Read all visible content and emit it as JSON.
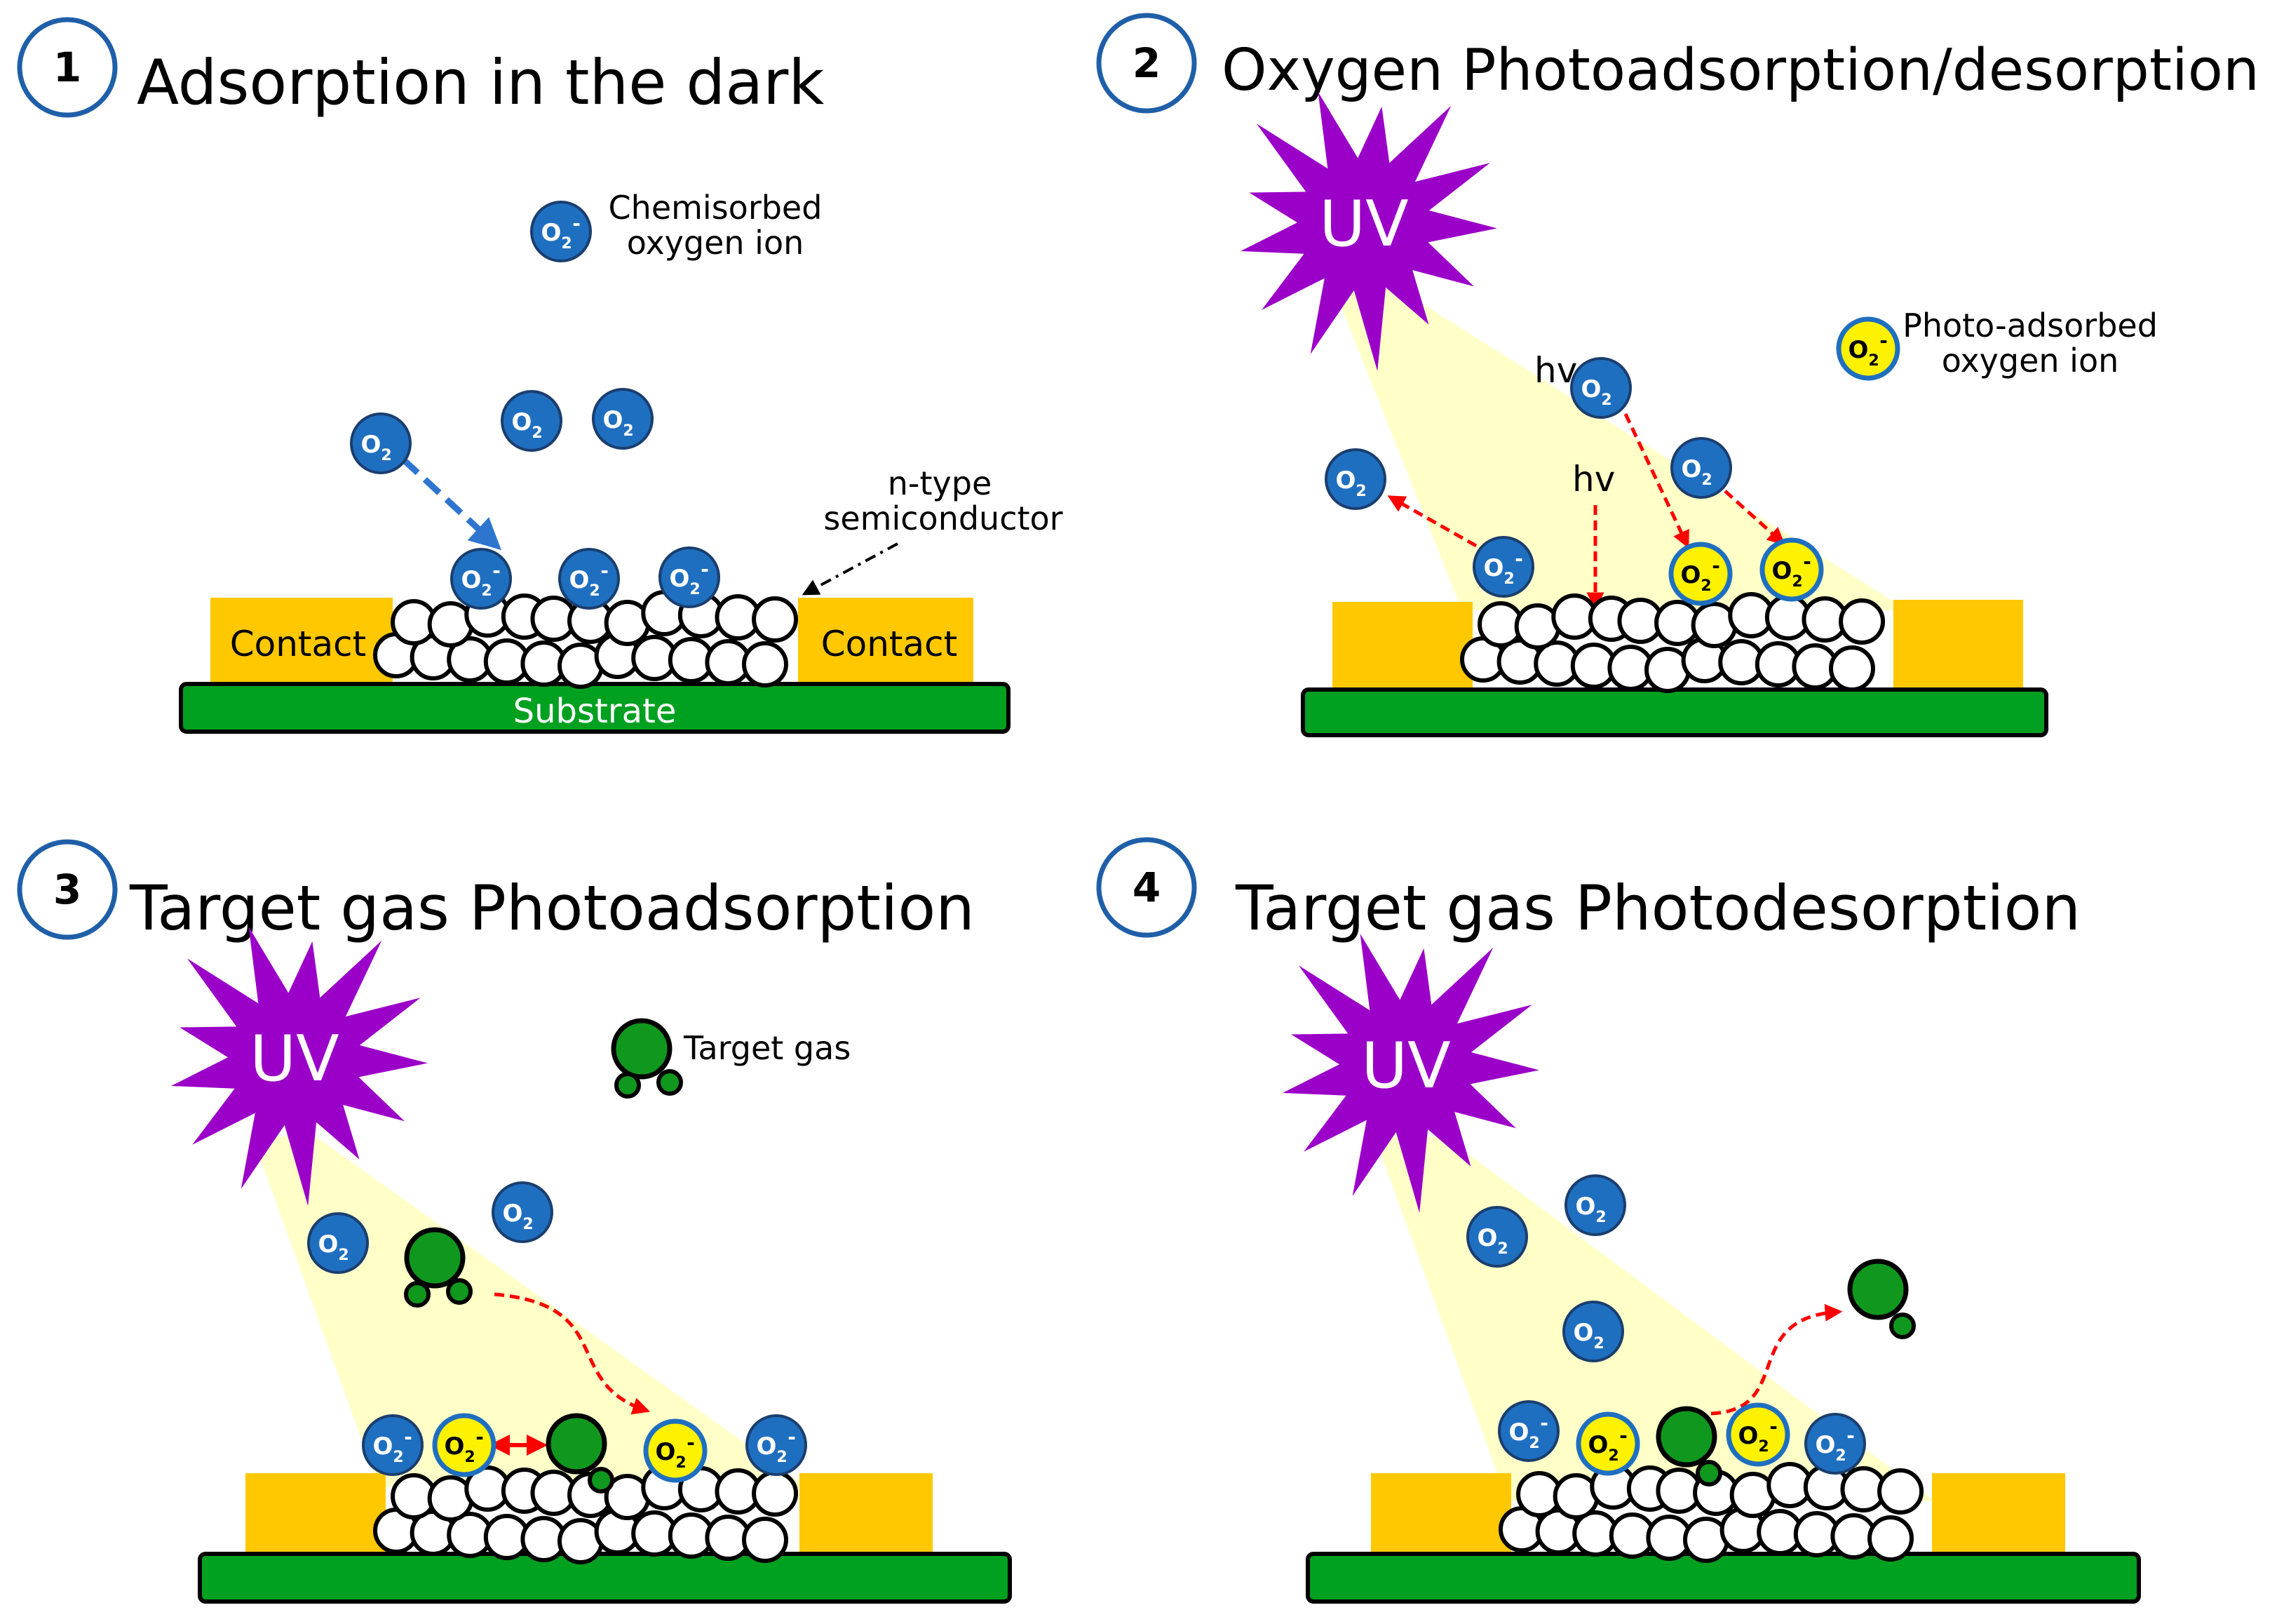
{
  "panels": [
    {
      "number": "1",
      "title": "Adsorption in the dark"
    },
    {
      "number": "2",
      "title": "Oxygen Photoadsorption/desorption"
    },
    {
      "number": "3",
      "title": "Target gas Photoadsorption"
    },
    {
      "number": "4",
      "title": "Target gas Photodesorption"
    }
  ],
  "legend": {
    "chemisorbed": [
      "Chemisorbed",
      "oxygen ion"
    ],
    "photoadsorbed": [
      "Photo-adsorbed",
      "oxygen ion"
    ],
    "target_gas": "Target gas",
    "semiconductor": [
      "n-type",
      "semiconductor"
    ]
  },
  "labels": {
    "contact": "Contact",
    "substrate": "Substrate",
    "uv": "UV",
    "hv": "hv"
  },
  "molecule_text": {
    "o2": "O",
    "sub": "2",
    "sup": "-"
  },
  "colors": {
    "contact": "#FFC800",
    "substrate": "#00A020",
    "oxygen": "#1F6FC0",
    "photo_oxygen": "#FFF200",
    "uv_burst": "#9B00C8",
    "uv_light": "#FFFFC8",
    "target_gas": "#10981E",
    "arrow_blue": "#2E75D0",
    "arrow_red": "#FF0000"
  }
}
